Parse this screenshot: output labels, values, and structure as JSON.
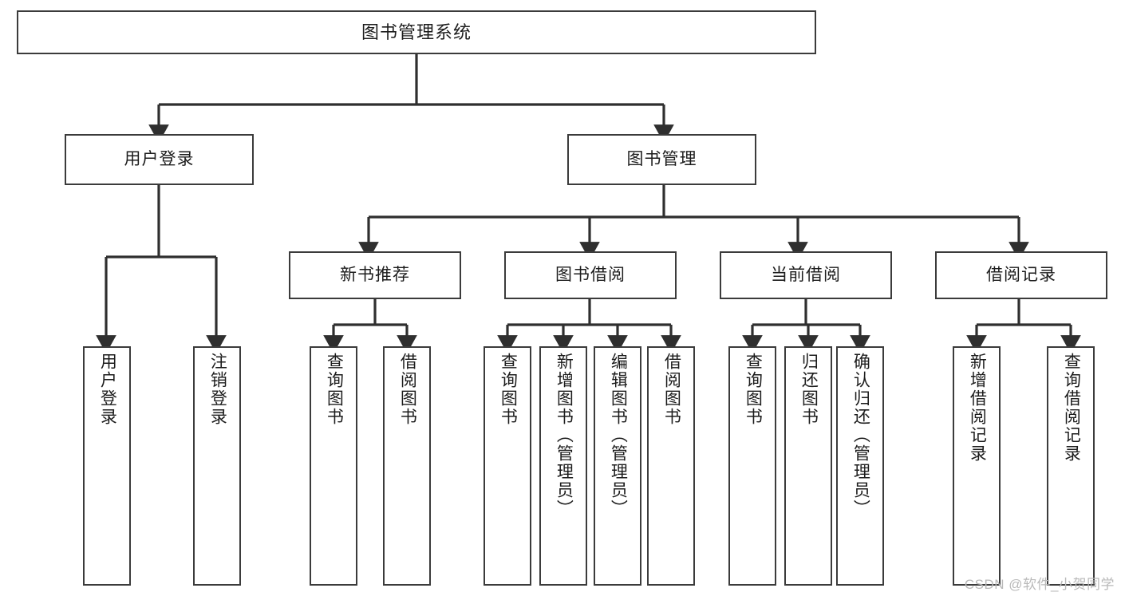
{
  "diagram": {
    "title": "图书管理系统",
    "type": "tree",
    "watermark": "CSDN @软件_小贺同学",
    "colors": {
      "box_border": "#3b3b3b",
      "box_fill": "#ffffff",
      "connector": "#2f2f2f",
      "text": "#1c1c1c",
      "watermark": "#b9b9b9",
      "background": "#ffffff"
    },
    "nodes": {
      "root": {
        "label": "图书管理系统"
      },
      "level1": [
        {
          "id": "user-login",
          "label": "用户登录"
        },
        {
          "id": "book-manage",
          "label": "图书管理"
        }
      ],
      "level2": [
        {
          "id": "new-book-recommend",
          "label": "新书推荐",
          "parent": "book-manage"
        },
        {
          "id": "book-borrow",
          "label": "图书借阅",
          "parent": "book-manage"
        },
        {
          "id": "current-borrow",
          "label": "当前借阅",
          "parent": "book-manage"
        },
        {
          "id": "borrow-record",
          "label": "借阅记录",
          "parent": "book-manage"
        }
      ],
      "leaves": [
        {
          "id": "leaf-user-login",
          "label": "用户登录",
          "parent": "user-login"
        },
        {
          "id": "leaf-user-logout",
          "label": "注销登录",
          "parent": "user-login"
        },
        {
          "id": "leaf-query-book-1",
          "label": "查询图书",
          "parent": "new-book-recommend"
        },
        {
          "id": "leaf-borrow-book-1",
          "label": "借阅图书",
          "parent": "new-book-recommend"
        },
        {
          "id": "leaf-query-book-2",
          "label": "查询图书",
          "parent": "book-borrow"
        },
        {
          "id": "leaf-add-book",
          "label": "新增图书（管理员）",
          "parent": "book-borrow"
        },
        {
          "id": "leaf-edit-book",
          "label": "编辑图书（管理员）",
          "parent": "book-borrow"
        },
        {
          "id": "leaf-borrow-book-2",
          "label": "借阅图书",
          "parent": "book-borrow"
        },
        {
          "id": "leaf-query-book-3",
          "label": "查询图书",
          "parent": "current-borrow"
        },
        {
          "id": "leaf-return-book",
          "label": "归还图书",
          "parent": "current-borrow"
        },
        {
          "id": "leaf-confirm-return",
          "label": "确认归还（管理员）",
          "parent": "current-borrow"
        },
        {
          "id": "leaf-add-record",
          "label": "新增借阅记录",
          "parent": "borrow-record"
        },
        {
          "id": "leaf-query-record",
          "label": "查询借阅记录",
          "parent": "borrow-record"
        }
      ]
    }
  }
}
